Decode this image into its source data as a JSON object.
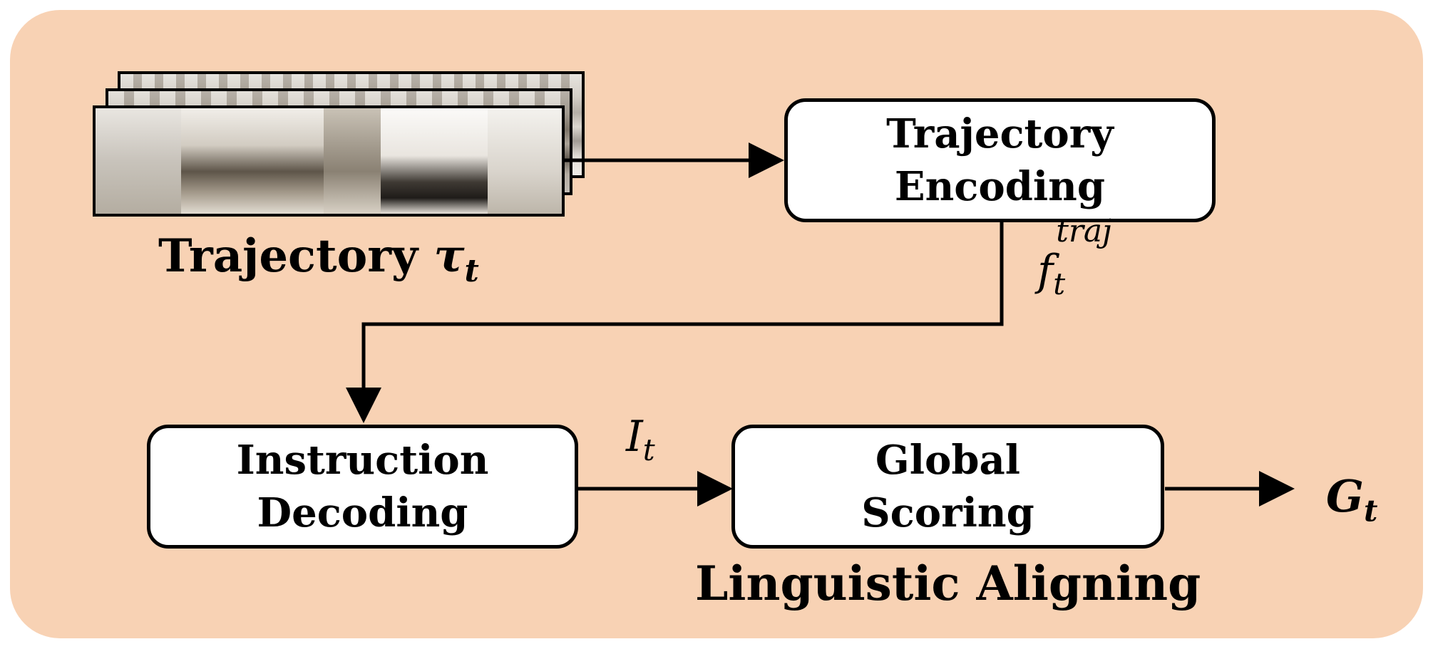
{
  "diagram": {
    "blocks": {
      "trajectory_encoding": {
        "line1": "Trajectory",
        "line2": "Encoding"
      },
      "instruction_decoding": {
        "line1": "Instruction",
        "line2": "Decoding"
      },
      "global_scoring": {
        "line1": "Global",
        "line2": "Scoring"
      }
    },
    "labels": {
      "trajectory": "Trajectory",
      "trajectory_symbol": "τ",
      "trajectory_sub": "t",
      "feature_symbol": "f",
      "feature_sub": "t",
      "feature_sup": "traj",
      "instruction_symbol": "I",
      "instruction_sub": "t",
      "output_symbol": "G",
      "output_sub": "t",
      "module_title": "Linguistic Aligning"
    },
    "colors": {
      "panel_background": "#f8d2b4",
      "box_fill": "#ffffff",
      "stroke": "#000000"
    }
  }
}
